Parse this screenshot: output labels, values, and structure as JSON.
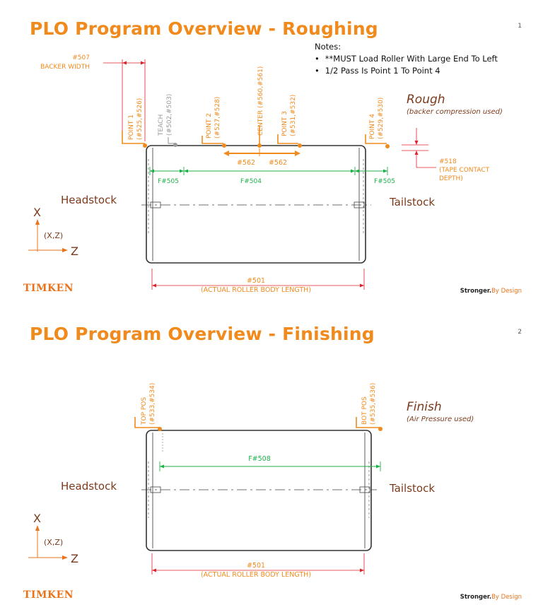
{
  "slides": {
    "rough": {
      "title": "PLO Program Overview - Roughing",
      "page_number": "1",
      "notes_heading": "Notes:",
      "notes": [
        "**MUST Load Roller With Large End To Left",
        "1/2 Pass Is Point 1 To Point 4"
      ],
      "backer_label": "#507",
      "backer_sub": "BACKER WIDTH",
      "point1_a": "POINT 1",
      "point1_b": "(#525,#526)",
      "teach_a": "TEACH",
      "teach_b": "(#502,#503)",
      "point2_a": "POINT 2",
      "point2_b": "(#527,#528)",
      "center": "CENTER (#560,#561)",
      "point3_a": "POINT 3",
      "point3_b": "(#531,#532)",
      "point4_a": "POINT 4",
      "point4_b": "(#529,#530)",
      "mode_title": "Rough",
      "mode_sub": "(backer compression used)",
      "tape_a": "#518",
      "tape_b": "(TAPE CONTACT",
      "tape_c": "DEPTH)",
      "half_left": "#562",
      "half_right": "#562",
      "f_left": "F#505",
      "f_mid": "F#504",
      "f_right": "F#505",
      "headstock": "Headstock",
      "tailstock": "Tailstock",
      "axis_x": "X",
      "axis_z": "Z",
      "axis_xz": "(X,Z)",
      "length_label": "#501",
      "length_sub": "(ACTUAL ROLLER BODY LENGTH)",
      "logo": "TIMKEN",
      "tag_a": "Stronger.",
      "tag_b": "By Design"
    },
    "finish": {
      "title": "PLO Program Overview - Finishing",
      "page_number": "2",
      "top_a": "TOP POS",
      "top_b": "(#533,#534)",
      "bot_a": "BOT POS",
      "bot_b": "(#535,#536)",
      "mode_title": "Finish",
      "mode_sub": "(Air Pressure used)",
      "feed": "F#508",
      "headstock": "Headstock",
      "tailstock": "Tailstock",
      "axis_x": "X",
      "axis_z": "Z",
      "axis_xz": "(X,Z)",
      "length_label": "#501",
      "length_sub": "(ACTUAL ROLLER BODY LENGTH)",
      "logo": "TIMKEN",
      "tag_a": "Stronger.",
      "tag_b": "By Design"
    }
  },
  "colors": {
    "orange": "#f08a1d",
    "green": "#1fb24a",
    "red": "#e0202a",
    "brown": "#7c3a1c",
    "grey": "#9a9a9a"
  }
}
